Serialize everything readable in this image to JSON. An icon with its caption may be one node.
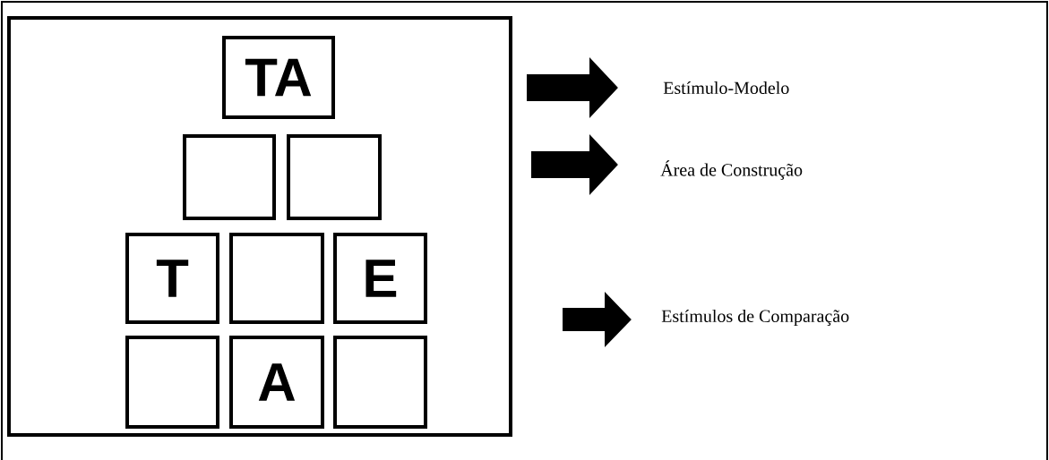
{
  "diagram": {
    "nodes": [
      {
        "text": [],
        "shape": "box"
      },
      {
        "text": [
          "TA"
        ],
        "in": 0
      },
      {
        "text": [],
        "shape": "box",
        "in": 0
      },
      {
        "text": [],
        "shape": "box",
        "in": 0
      },
      {
        "text": [
          "T"
        ],
        "in": 0
      },
      {
        "text": [],
        "shape": "box",
        "in": 0
      },
      {
        "text": [
          "E"
        ],
        "in": 0
      },
      {
        "text": [],
        "shape": "box",
        "in": 0
      },
      {
        "text": [
          "A"
        ],
        "in": 0
      },
      {
        "text": [],
        "shape": "box",
        "in": 0
      },
      {
        "text": [
          "Estímulo-Modelo"
        ]
      },
      {
        "text": [
          "Área de Construção"
        ]
      },
      {
        "text": [
          "Estímulos de Comparação"
        ]
      }
    ],
    "edges": [
      {
        "from": 0,
        "to": 10,
        "arrow": "to"
      },
      {
        "from": 0,
        "to": 11,
        "arrow": "to"
      },
      {
        "from": 0,
        "to": 12,
        "arrow": "to"
      }
    ]
  }
}
